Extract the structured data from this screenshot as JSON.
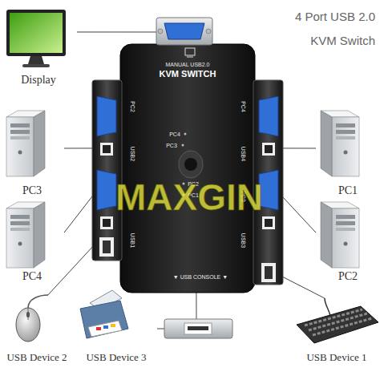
{
  "diagram": {
    "title": "4 Port USB 2.0 KVM Switch",
    "nodes": [
      {
        "text": [
          "Display"
        ]
      },
      {
        "text": [
          "MANUAL USB2.0",
          "KVM SWITCH"
        ]
      },
      {
        "text": [
          "PC3"
        ]
      },
      {
        "text": [
          "PC1"
        ]
      },
      {
        "text": [
          "PC4"
        ]
      },
      {
        "text": [
          "PC2"
        ]
      },
      {
        "text": [
          "USB Device 2"
        ]
      },
      {
        "text": [
          "USB Device 3"
        ]
      },
      {
        "text": [
          "USB Device 1"
        ]
      }
    ],
    "edges": [
      {
        "from": 0,
        "to": 1,
        "arrow": "none"
      },
      {
        "from": 2,
        "to": 1,
        "arrow": "none"
      },
      {
        "from": 3,
        "to": 1,
        "arrow": "none"
      },
      {
        "from": 4,
        "to": 1,
        "arrow": "none"
      },
      {
        "from": 5,
        "to": 1,
        "arrow": "none"
      },
      {
        "from": 6,
        "to": 1,
        "arrow": "none"
      },
      {
        "from": 7,
        "to": 1,
        "arrow": "none"
      },
      {
        "from": 8,
        "to": 1,
        "arrow": "none"
      }
    ],
    "labels": [
      "PC2",
      "USB2",
      "USB1",
      "PC4",
      "USB4",
      "PC3",
      "USB3",
      "PC4",
      "PC3",
      "PC2",
      "PC1",
      "▼ USB CONSOLE ▼",
      "MAXGIN"
    ]
  }
}
